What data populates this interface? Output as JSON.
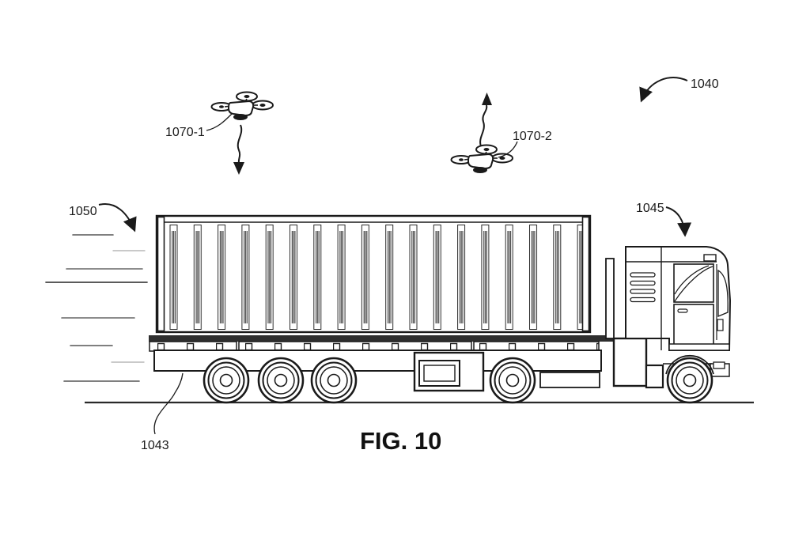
{
  "figure": {
    "caption": "FIG. 10",
    "labels": {
      "l1040": "1040",
      "l1043": "1043",
      "l1045": "1045",
      "l1050": "1050",
      "l1070_1": "1070-1",
      "l1070_2": "1070-2"
    },
    "colors": {
      "line": "#1a1a1a",
      "background": "#ffffff"
    }
  }
}
